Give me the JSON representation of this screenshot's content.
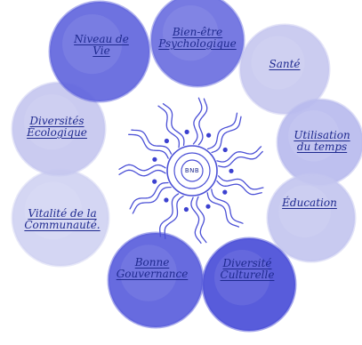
{
  "center": {
    "label": "BNB"
  },
  "domains": [
    {
      "id": "bien-etre",
      "label": "Bien-être Psychologique",
      "tone": "#6b6fdf"
    },
    {
      "id": "sante",
      "label": "Santé",
      "tone": "#c7c8ef"
    },
    {
      "id": "temps",
      "label": "Utilisation du temps",
      "tone": "#b9bbee"
    },
    {
      "id": "education",
      "label": "Éducation",
      "tone": "#c3c5ef"
    },
    {
      "id": "culture",
      "label": "Diversité Culturelle",
      "tone": "#4a4ed8"
    },
    {
      "id": "gouvernance",
      "label": "Bonne Gouvernance",
      "tone": "#5a5edc"
    },
    {
      "id": "communaute",
      "label": "Vitalité de la Communauté.",
      "tone": "#d0d2f2"
    },
    {
      "id": "ecologie",
      "label": "Diversités Écologique",
      "tone": "#c5c7ef"
    },
    {
      "id": "vie",
      "label": "Niveau de Vie",
      "tone": "#6266dd"
    }
  ]
}
